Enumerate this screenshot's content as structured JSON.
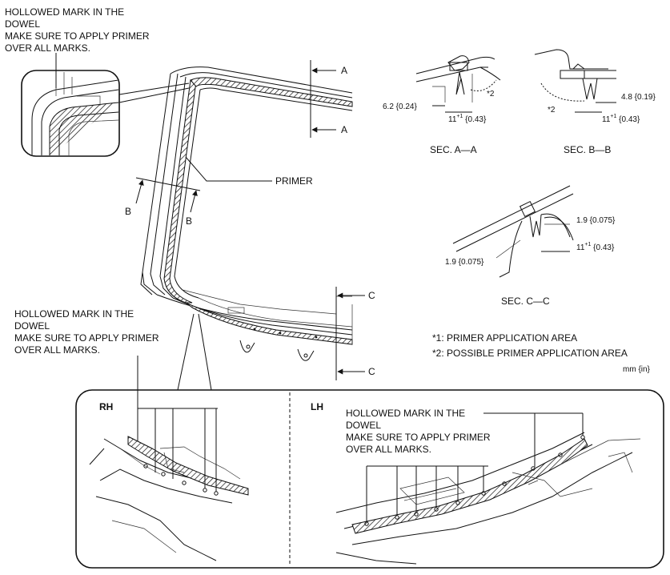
{
  "callouts": {
    "top_left": [
      "HOLLOWED MARK IN THE",
      "DOWEL",
      "MAKE SURE TO APPLY PRIMER",
      "OVER ALL MARKS."
    ],
    "mid_left": [
      "HOLLOWED MARK IN THE",
      "DOWEL",
      "MAKE SURE TO APPLY PRIMER",
      "OVER ALL MARKS."
    ],
    "lh_panel": [
      "HOLLOWED MARK IN THE",
      "DOWEL",
      "MAKE SURE TO APPLY PRIMER",
      "OVER ALL MARKS."
    ],
    "primer": "PRIMER"
  },
  "section_markers": {
    "a": "A",
    "b": "B",
    "c": "C"
  },
  "sections": {
    "aa": {
      "title": "SEC. A—A",
      "dim_left": "6.2 {0.24}",
      "dim_bottom": "11",
      "dim_bottom_sup": "+1",
      "dim_bottom_in": " {0.43}",
      "note": "*2"
    },
    "bb": {
      "title": "SEC. B—B",
      "dim_right": "4.8 {0.19}",
      "dim_bottom": "11",
      "dim_bottom_sup": "+1",
      "dim_bottom_in": " {0.43}",
      "note": "*2"
    },
    "cc": {
      "title": "SEC. C—C",
      "dim_top": "1.9 {0.075}",
      "dim_right": "11",
      "dim_right_sup": "+1",
      "dim_right_in": " {0.43}",
      "dim_left": "1.9 {0.075}"
    }
  },
  "legend": {
    "item1": "*1: PRIMER APPLICATION AREA",
    "item2": "*2: POSSIBLE PRIMER APPLICATION AREA",
    "units": "mm {in}"
  },
  "panels": {
    "rh": "RH",
    "lh": "LH"
  }
}
